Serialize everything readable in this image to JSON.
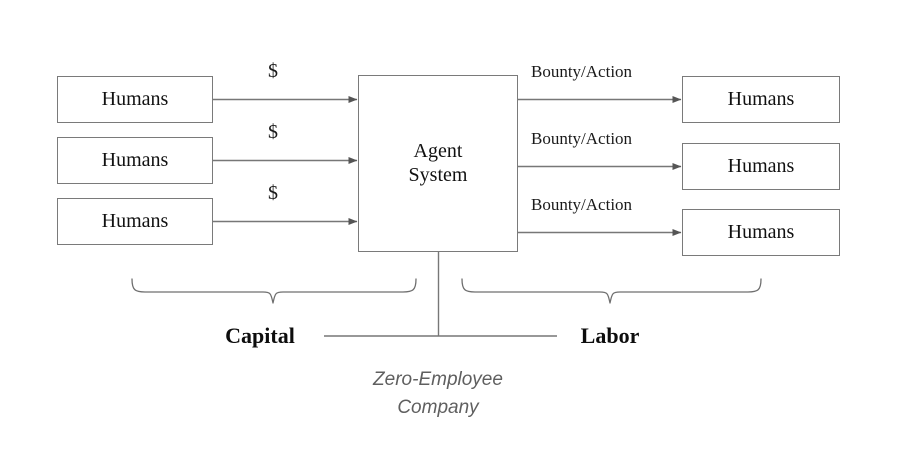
{
  "diagram": {
    "title": "Zero-Employee Company agent system flow",
    "colors": {
      "stroke": "#7a7a7a",
      "arrow": "#555555",
      "text": "#111111",
      "caption": "#5f5f5f",
      "background": "#ffffff"
    },
    "capital_side": {
      "nodes": [
        {
          "label": "Humans"
        },
        {
          "label": "Humans"
        },
        {
          "label": "Humans"
        }
      ],
      "edge_labels": [
        {
          "label": "$"
        },
        {
          "label": "$"
        },
        {
          "label": "$"
        }
      ],
      "group_label": "Capital"
    },
    "center": {
      "line1": "Agent",
      "line2": "System"
    },
    "labor_side": {
      "nodes": [
        {
          "label": "Humans"
        },
        {
          "label": "Humans"
        },
        {
          "label": "Humans"
        }
      ],
      "edge_labels": [
        {
          "label": "Bounty/Action"
        },
        {
          "label": "Bounty/Action"
        },
        {
          "label": "Bounty/Action"
        }
      ],
      "group_label": "Labor"
    },
    "caption": {
      "line1": "Zero-Employee",
      "line2": "Company"
    }
  }
}
